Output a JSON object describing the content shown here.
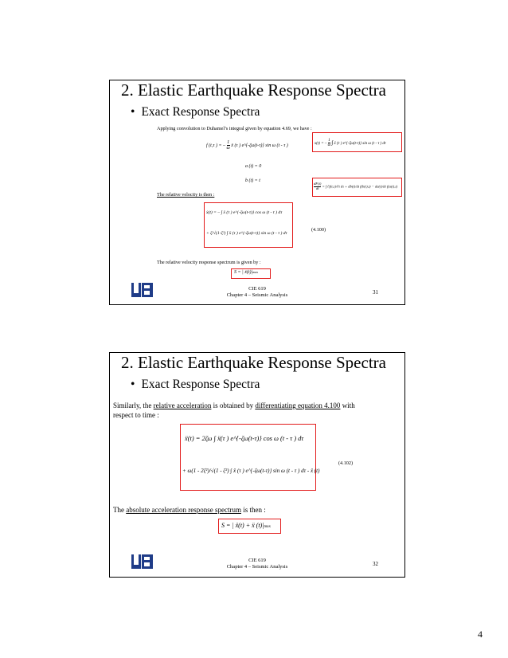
{
  "slide1": {
    "title": "2. Elastic Earthquake Response Spectra",
    "bullet": "Exact Response Spectra",
    "intro": "Applying convolution to Duhamel’s integral given by equation 4.69, we have :",
    "eq_f_left": "f (t,τ ) = –",
    "eq_f_frac_num": "1",
    "eq_f_frac_den": "ω",
    "eq_f_right": "ẍ (τ ) e^{-ζω(t-τ)} sin ω (t - τ )",
    "eq_x_left": "x(t) = –",
    "eq_x_right": "ẍ (τ ) e^{-ζω(t-τ)} sin ω (t - τ ) dτ",
    "eq_a": "a (t) = 0",
    "eq_b": "b (t) = t",
    "eq_leibniz_left": "dF(t)",
    "eq_leibniz_den": "dt",
    "eq_leibniz_right": "= ∫ ∂f(t,τ)/∂t dτ + db(t)/dt f(b(t),t) − da(t)/dt f(a(t),t)",
    "velocity_intro": "The relative velocity is then :",
    "eq_vel_line1": "ẋ(t) = – ∫ ẍ (τ ) e^{-ζω(t-τ)} cos ω (t - τ ) dτ",
    "eq_vel_line2": "+ ζ/√(1-ζ²) ∫ ẍ (τ ) e^{-ζω(t-τ)} sin ω (t - τ ) dτ",
    "eq_number": "(4.100)",
    "spectrum_intro": "The relative velocity response spectrum is given by :",
    "eq_sv": "S = | ẋ(t)|",
    "footer_line1": "CIE 619",
    "footer_line2": "Chapter 4 – Seismic Analysis",
    "page": "31"
  },
  "slide2": {
    "title": "2. Elastic Earthquake Response Spectra",
    "bullet": "Exact Response Spectra",
    "intro_1": "Similarly, the ",
    "intro_2": "relative acceleration",
    "intro_3": " is obtained by ",
    "intro_4": "differentiating equation 4.100",
    "intro_5": " with",
    "intro_line2": "respect to time :",
    "eq_acc_line1": "ẍ(t) = 2ζω ∫ ẍ(τ ) e^{-ζω(t-τ)} cos ω (t - τ ) dτ",
    "eq_acc_line2": "+ ω(1 - 2ζ²)/√(1 - ζ²) ∫ ẍ (τ ) e^{-ζω(t-τ)} sin ω (t - τ ) dτ - ẍ (t)",
    "eq_number": "(4.102)",
    "spectrum_intro_1": "The ",
    "spectrum_intro_2": "absolute acceleration response spectrum",
    "spectrum_intro_3": " is then :",
    "eq_sa": "S = | ẍ(t) + ẍ (t)|",
    "footer_line1": "CIE 619",
    "footer_line2": "Chapter 4 – Seismic Analysis",
    "page": "32"
  },
  "page_number": "4",
  "colors": {
    "highlight_box": "#e21b1b",
    "logo_blue": "#1f3c88"
  }
}
